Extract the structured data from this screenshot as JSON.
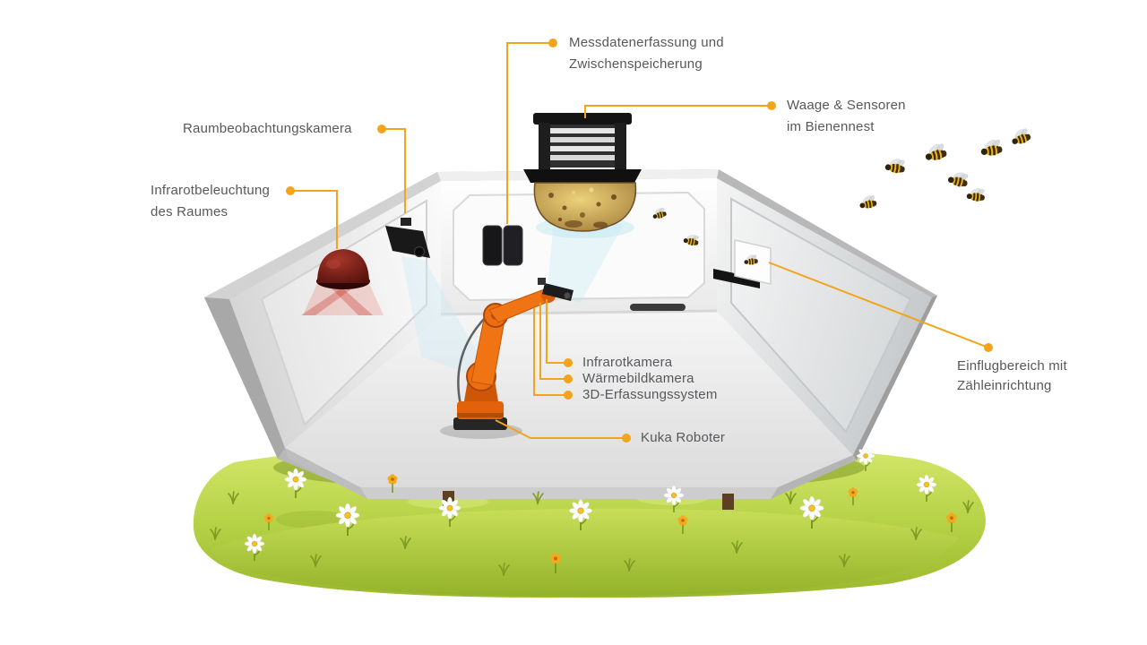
{
  "labels": {
    "messdaten": {
      "lines": [
        "Messdatenerfassung und",
        "Zwischenspeicherung"
      ]
    },
    "waage": {
      "lines": [
        "Waage & Sensoren",
        "im Bienennest"
      ]
    },
    "raumkamera": {
      "lines": [
        "Raumbeobachtungskamera"
      ]
    },
    "infrarotbeleuchtung": {
      "lines": [
        "Infrarotbeleuchtung",
        "des Raumes"
      ]
    },
    "sensorkopf": {
      "lines": [
        "Infrarotkamera",
        "Wärmebildkamera",
        "3D-Erfassungssystem"
      ]
    },
    "kuka": {
      "lines": [
        "Kuka Roboter"
      ]
    },
    "einflugbereich": {
      "lines": [
        "Einflugbereich mit",
        "Zähleinrichtung"
      ]
    }
  },
  "colors": {
    "accent_orange": "#F2A41C",
    "label_text": "#58585C",
    "robot_orange": "#EF6F10",
    "grass_green": "#A8C437",
    "scan_blue": "#B5E4EF",
    "infrared_red": "#7A1512"
  }
}
